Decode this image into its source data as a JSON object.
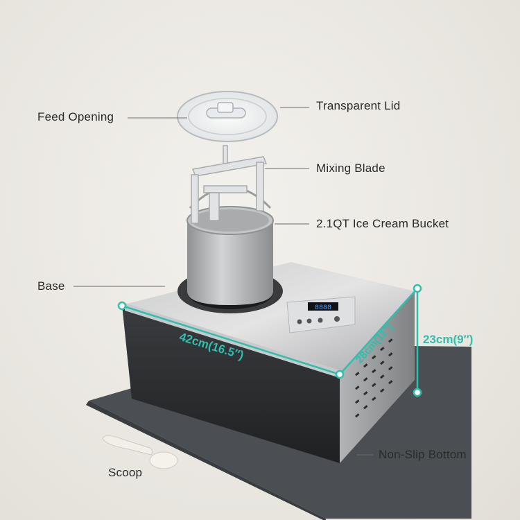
{
  "labels": {
    "feed_opening": "Feed Opening",
    "transparent_lid": "Transparent Lid",
    "mixing_blade": "Mixing Blade",
    "ice_cream_bucket": "2.1QT Ice Cream Bucket",
    "base": "Base",
    "non_slip_bottom": "Non-Slip Bottom",
    "scoop": "Scoop"
  },
  "dimensions": {
    "length": "42cm(16.5″)",
    "width": "28cm(11″)",
    "height": "23cm(9″)"
  },
  "display": {
    "readout": "8888"
  },
  "colors": {
    "accent": "#2fbfae",
    "label_text": "#2a2a2a",
    "background": "#ece9e4",
    "mat": "#4a4e52"
  }
}
